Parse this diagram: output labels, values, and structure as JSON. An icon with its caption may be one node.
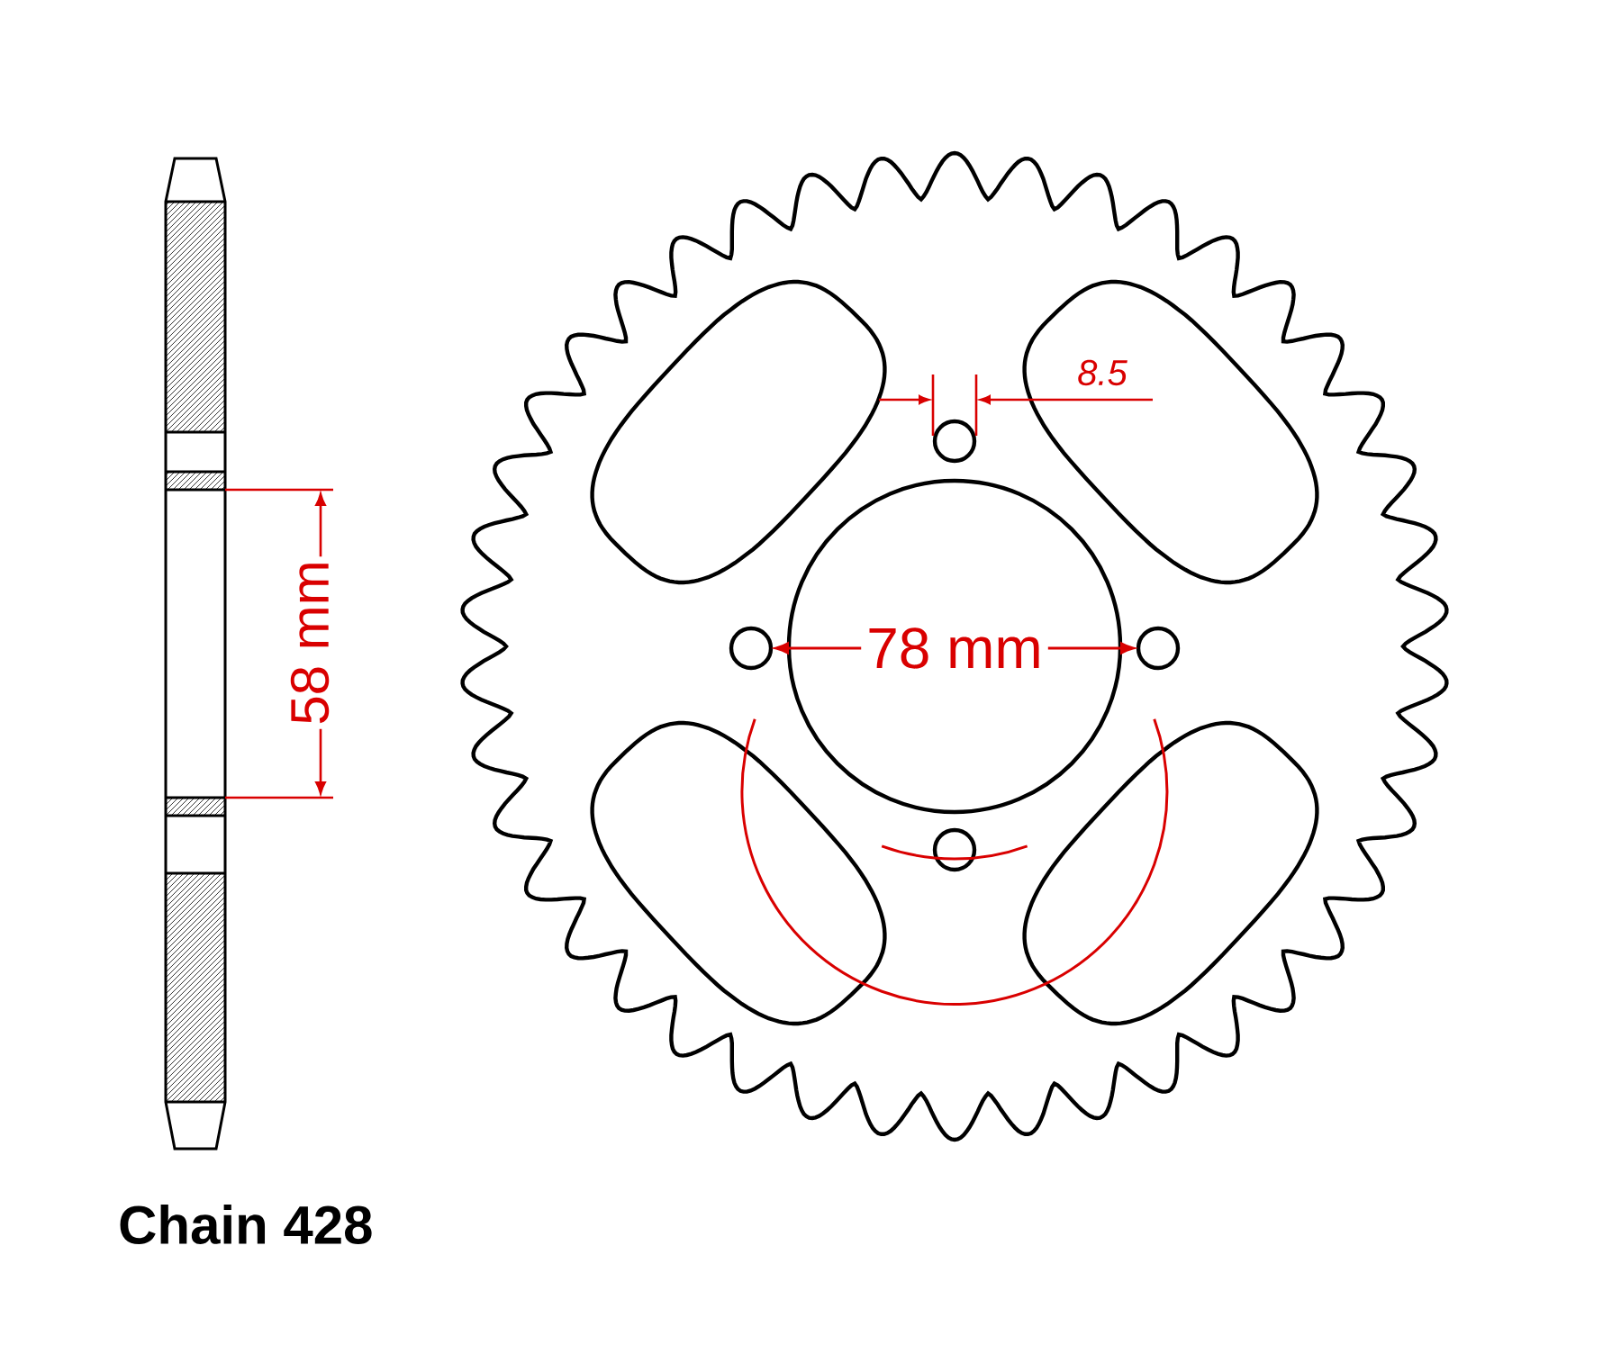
{
  "diagram": {
    "labels": [
      "8.5",
      "58 mm",
      "78 mm",
      "Chain 428"
    ]
  }
}
